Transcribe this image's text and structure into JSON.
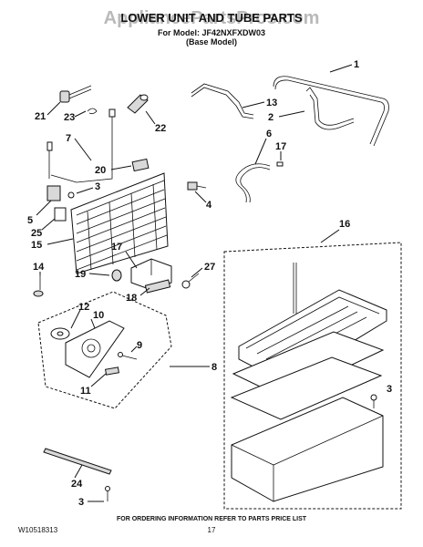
{
  "watermark": "AppliancePartsPros.com",
  "header": {
    "title": "LOWER UNIT AND TUBE PARTS",
    "model_line": "For Model: JF42NXFXDW03",
    "base_line": "(Base Model)"
  },
  "footer": {
    "doc_number": "W10518313",
    "note": "FOR ORDERING INFORMATION REFER TO PARTS PRICE LIST",
    "page": "17"
  },
  "callouts": {
    "c1": "1",
    "c2": "2",
    "c3a": "3",
    "c3b": "3",
    "c3c": "3",
    "c4": "4",
    "c5": "5",
    "c6": "6",
    "c7": "7",
    "c8": "8",
    "c9": "9",
    "c10": "10",
    "c11": "11",
    "c12": "12",
    "c13": "13",
    "c14": "14",
    "c15": "15",
    "c16": "16",
    "c17a": "17",
    "c17b": "17",
    "c18": "18",
    "c19": "19",
    "c20": "20",
    "c21": "21",
    "c22": "22",
    "c23": "23",
    "c24": "24",
    "c25": "25",
    "c27": "27"
  }
}
